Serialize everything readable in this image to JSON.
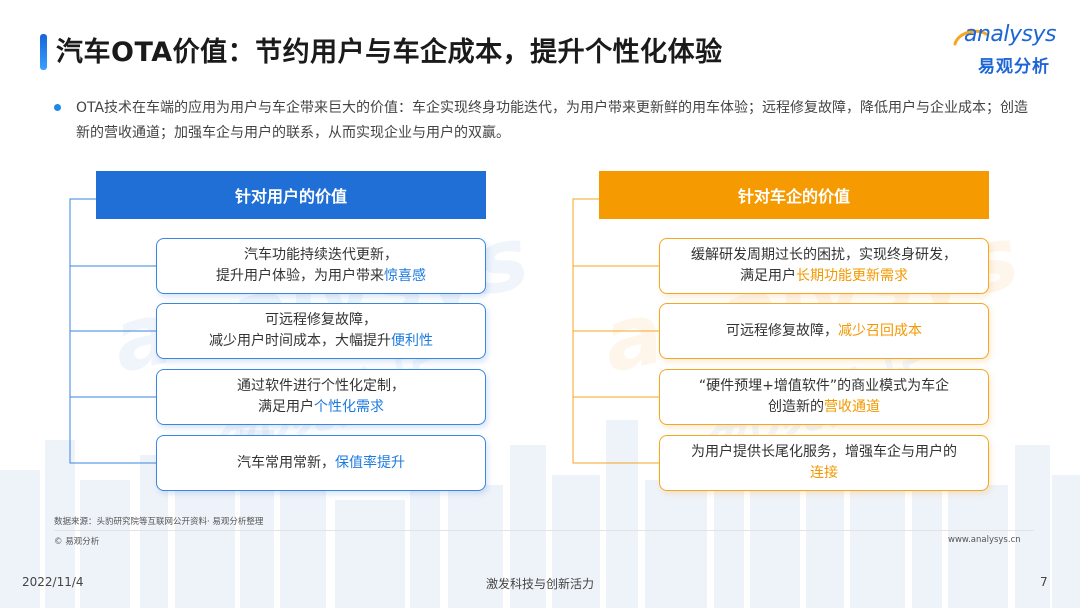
{
  "title": "汽车OTA价值：节约用户与车企成本，提升个性化体验",
  "logo": {
    "en": "analysys",
    "cn": "易观分析"
  },
  "intro": "OTA技术在车端的应用为用户与车企带来巨大的价值：车企实现终身功能迭代，为用户带来更新鲜的用车体验；远程修复故障，降低用户与企业成本；创造新的营收通道；加强车企与用户的联系，从而实现企业与用户的双赢。",
  "left": {
    "header": "针对用户的价值",
    "items": [
      {
        "line1": "汽车功能持续迭代更新，",
        "line2": "提升用户体验，为用户带来",
        "highlight": "惊喜感"
      },
      {
        "line1": "可远程修复故障，",
        "line2": "减少用户时间成本，大幅提升",
        "highlight": "便利性"
      },
      {
        "line1": "通过软件进行个性化定制，",
        "line2": "满足用户",
        "highlight": "个性化需求"
      },
      {
        "line1": "",
        "line2": "汽车常用常新，",
        "highlight": "保值率提升"
      }
    ]
  },
  "right": {
    "header": "针对车企的价值",
    "items": [
      {
        "line1": "缓解研发周期过长的困扰，实现终身研发，",
        "line2": "满足用户",
        "highlight": "长期功能更新需求"
      },
      {
        "line1": "",
        "line2": "可远程修复故障，",
        "highlight": "减少召回成本"
      },
      {
        "line1": "“硬件预埋+增值软件”的商业模式为车企",
        "line2": "创造新的",
        "highlight": "营收通道"
      },
      {
        "line1": "为用户提供长尾化服务，增强车企与用户的",
        "line2": "",
        "highlight": "连接"
      }
    ]
  },
  "footer": {
    "source": "数据来源：头豹研究院等互联网公开资料· 易观分析整理",
    "copyright": "© 易观分析",
    "website": "www.analysys.cn",
    "date": "2022/11/4",
    "slogan": "激发科技与创新活力",
    "page": "7"
  },
  "colors": {
    "blue": "#1f6fd6",
    "orange": "#f59a00",
    "highlight_blue": "#1e7be0",
    "highlight_orange": "#f39800"
  }
}
